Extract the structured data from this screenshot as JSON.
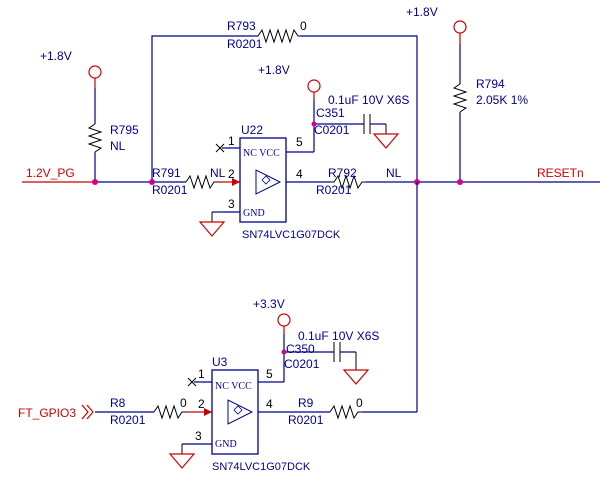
{
  "colors": {
    "wire": "#00008b",
    "power_symbol": "#cc0000",
    "net_label": "#d00000",
    "junction": "#d4008a"
  },
  "power": {
    "v18_top": "+1.8V",
    "v18_left": "+1.8V",
    "v18_u22": "+1.8V",
    "v33_u3": "+3.3V"
  },
  "nets": {
    "pg_label": "1.2V_PG",
    "reset_label": "RESETn",
    "gpio_label": "FT_GPIO3"
  },
  "r793": {
    "ref": "R793",
    "value": "0",
    "pkg": "R0201"
  },
  "r794": {
    "ref": "R794",
    "value": "2.05K 1%"
  },
  "r795": {
    "ref": "R795",
    "value": "NL"
  },
  "r791": {
    "ref": "R791",
    "value": "NL",
    "pkg": "R0201"
  },
  "r792": {
    "ref": "R792",
    "value": "NL",
    "pkg": "R0201"
  },
  "r8": {
    "ref": "R8",
    "value": "0",
    "pkg": "R0201"
  },
  "r9": {
    "ref": "R9",
    "value": "0",
    "pkg": "R0201"
  },
  "c351": {
    "ref": "C351",
    "value": "0.1uF 10V X6S",
    "pkg": "C0201"
  },
  "c350": {
    "ref": "C350",
    "value": "0.1uF 10V X6S",
    "pkg": "C0201"
  },
  "u22": {
    "ref": "U22",
    "part": "SN74LVC1G07DCK",
    "top_pins": "NC VCC",
    "gnd_pin": "GND",
    "pin1": "1",
    "pin2": "2",
    "pin3": "3",
    "pin4": "4",
    "pin5": "5"
  },
  "u3": {
    "ref": "U3",
    "part": "SN74LVC1G07DCK",
    "top_pins": "NC VCC",
    "gnd_pin": "GND",
    "pin1": "1",
    "pin2": "2",
    "pin3": "3",
    "pin4": "4",
    "pin5": "5"
  }
}
